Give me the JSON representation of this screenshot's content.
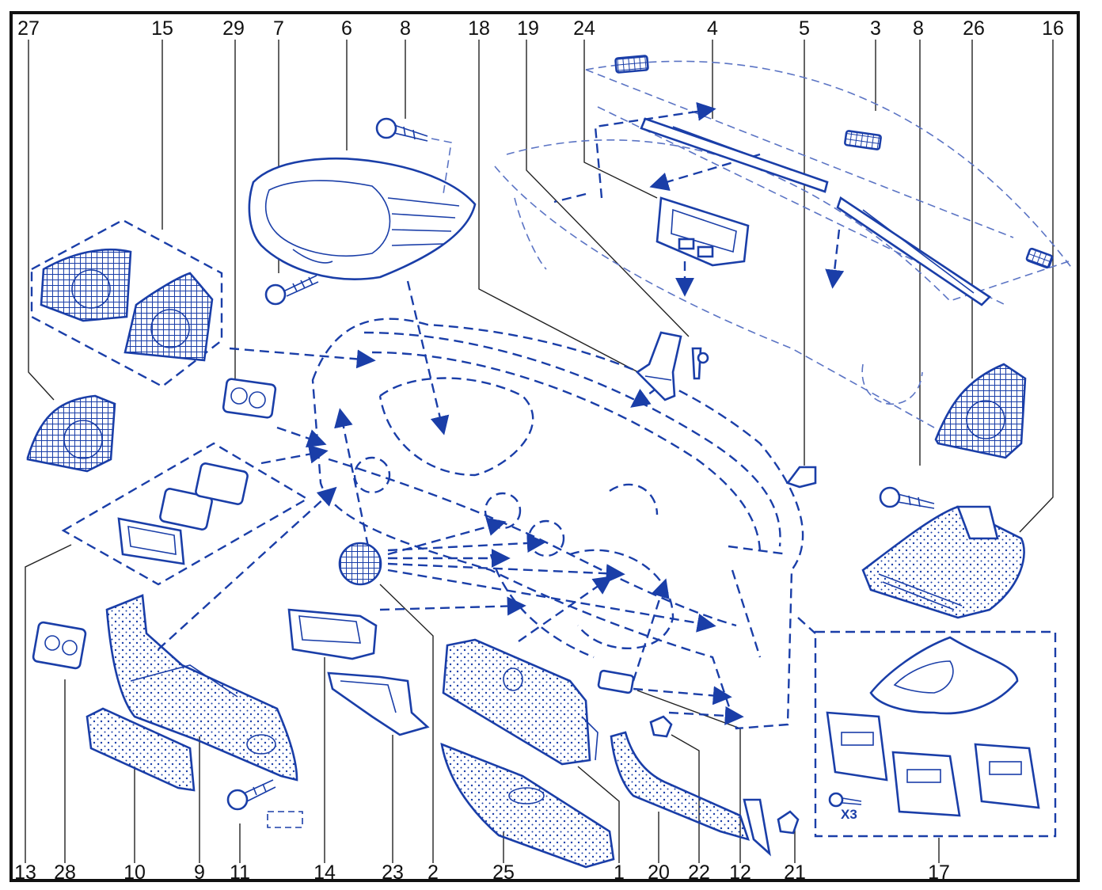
{
  "labels_top": [
    "27",
    "15",
    "29",
    "7",
    "6",
    "8",
    "18",
    "19",
    "24",
    "4",
    "5",
    "3",
    "8",
    "26",
    "16"
  ],
  "labels_bottom": [
    "13",
    "28",
    "10",
    "9",
    "11",
    "14",
    "23",
    "2",
    "25",
    "1",
    "20",
    "22",
    "12",
    "21",
    "17"
  ],
  "quantity_note": "X3",
  "colors": {
    "line_art": "#1a3ea8",
    "labels": "#111111",
    "frame": "#111111"
  }
}
